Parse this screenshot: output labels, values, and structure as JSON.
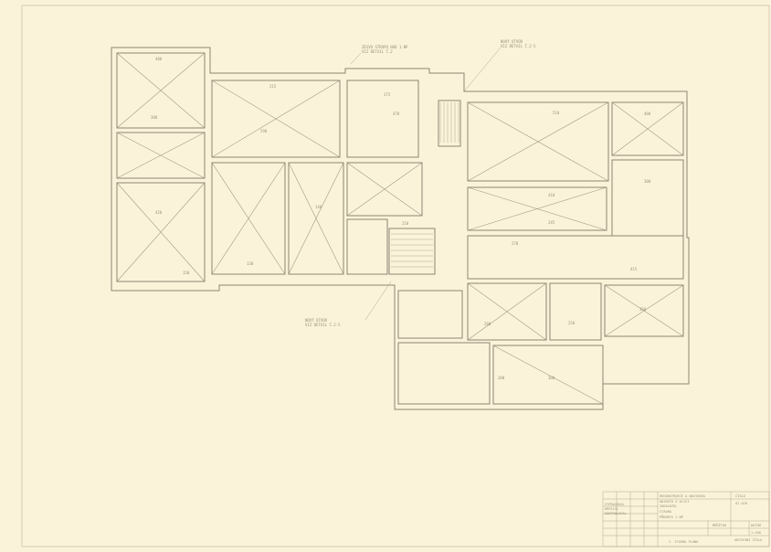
{
  "drawing": {
    "annotations": [
      "ZDIVO STROPU NAD 1.NP",
      "VIZ DETAIL Č.2",
      "NOVÝ OTVOR",
      "VIZ DETAIL Č.2-5",
      "NOVÝ OTVOR",
      "VIZ DETAIL Č.2-5"
    ],
    "dimensions": [
      "480",
      "380",
      "590",
      "215",
      "420",
      "510",
      "410",
      "245",
      "400",
      "300",
      "270",
      "130",
      "140",
      "375",
      "415",
      "280",
      "350",
      "250",
      "200",
      "300",
      "210",
      "150",
      "470"
    ]
  },
  "title_block": {
    "left_lines": [
      "VYPRACOVAL",
      "KRESLIL",
      "KONTROLOVAL"
    ],
    "project": [
      "REKONSTRUKCE A NÁSTAVBA",
      "OBJEKTU V ULICI",
      "ZADAVATEL",
      "STAVBA",
      "PŮDORYS 2.NP"
    ],
    "number": [
      "ČÍSLO",
      "07-020"
    ],
    "scale_label": "MĚŘÍTKO",
    "scale": "1:100",
    "date_label": "DATUM",
    "sheet_title": "2. STAVBA PLÁNU",
    "archive": "ARCHIVNÍ ČÍSLO"
  }
}
